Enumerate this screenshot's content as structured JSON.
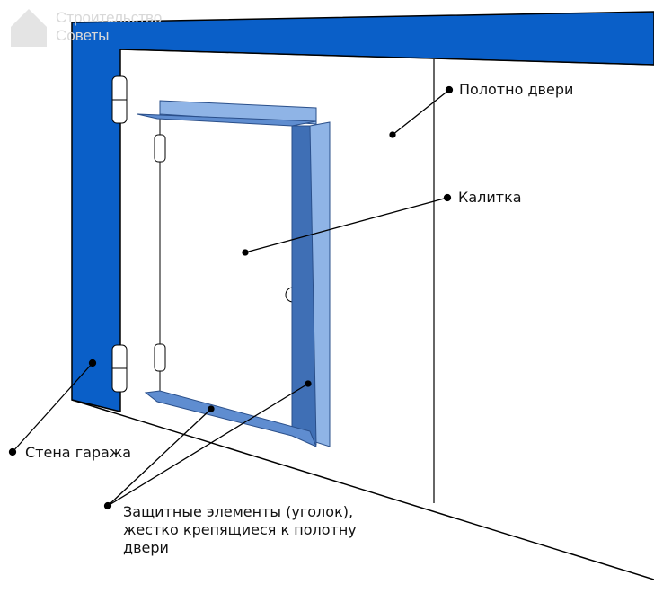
{
  "watermark": {
    "line1": "Строительство",
    "line2": "Советы"
  },
  "labels": {
    "door_leaf": "Полотно двери",
    "wicket": "Калитка",
    "garage_wall": "Стена гаража",
    "protective_line1": "Защитные элементы (уголок),",
    "protective_line2": "жестко крепящиеся к полотну",
    "protective_line3": "двери"
  },
  "colors": {
    "wall": "#0a5fc8",
    "angle_light": "#8fb4e6",
    "angle_dark": "#3f6fb5"
  }
}
